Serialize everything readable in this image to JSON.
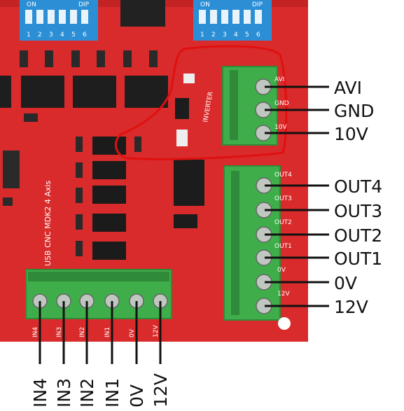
{
  "board": {
    "silkscreen_title": "USB CNC MDK2 4 Axis",
    "inverter_label": "INVERTER",
    "dip_switch_1": {
      "on_label": "ON",
      "dip_label": "DIP",
      "numbers": [
        "1",
        "2",
        "3",
        "4",
        "5",
        "6"
      ]
    },
    "dip_switch_2": {
      "on_label": "ON",
      "dip_label": "DIP",
      "numbers": [
        "1",
        "2",
        "3",
        "4",
        "5",
        "6"
      ]
    }
  },
  "colors": {
    "pcb": "#d92b2b",
    "terminal": "#3fae4a",
    "highlight": "#e01010"
  },
  "analog_block": {
    "silk": [
      "AVI",
      "GND",
      "10V"
    ],
    "callouts": [
      "AVI",
      "GND",
      "10V"
    ]
  },
  "output_block": {
    "silk": [
      "OUT4",
      "OUT3",
      "OUT2",
      "OUT1",
      "0V",
      "12V"
    ],
    "callouts": [
      "OUT4",
      "OUT3",
      "OUT2",
      "OUT1",
      "0V",
      "12V"
    ]
  },
  "input_block": {
    "silk": [
      "IN4",
      "IN3",
      "IN2",
      "IN1",
      "0V",
      "12V"
    ],
    "callouts": [
      "IN4",
      "IN3",
      "IN2",
      "IN1",
      "0V",
      "12V"
    ]
  }
}
